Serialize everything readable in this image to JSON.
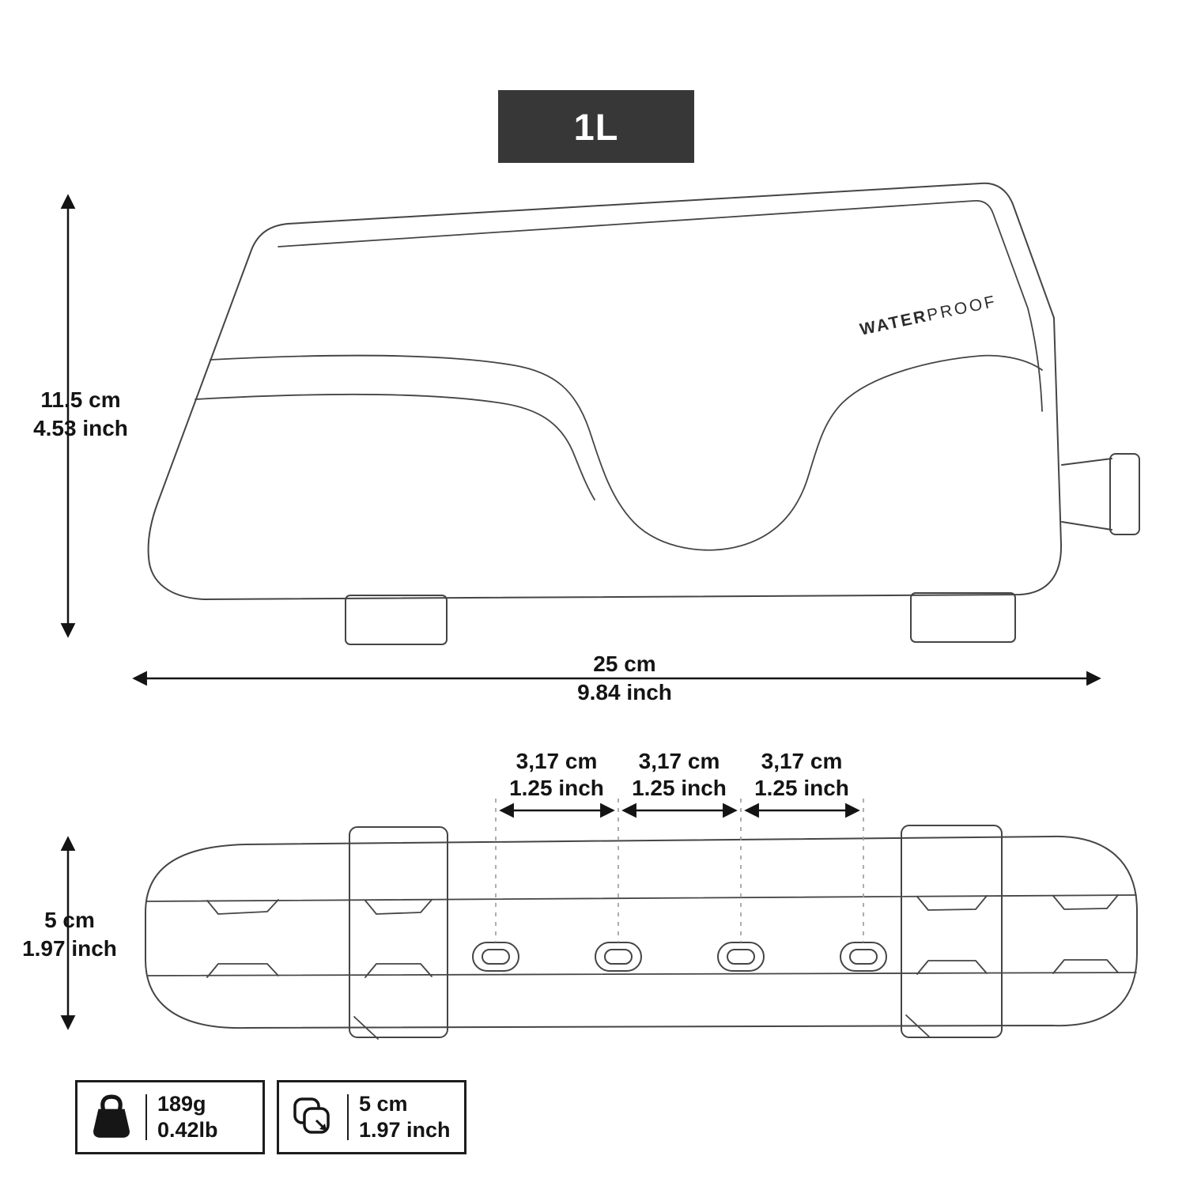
{
  "badge": {
    "label": "1L"
  },
  "side_view": {
    "brand": {
      "bold": "WATER",
      "light": "PROOF"
    },
    "height_metric": "11.5 cm",
    "height_imperial": "4.53 inch",
    "width_metric": "25 cm",
    "width_imperial": "9.84 inch"
  },
  "top_view": {
    "height_metric": "5 cm",
    "height_imperial": "1.97 inch",
    "spacings": [
      {
        "metric": "3,17 cm",
        "imperial": "1.25 inch"
      },
      {
        "metric": "3,17 cm",
        "imperial": "1.25 inch"
      },
      {
        "metric": "3,17 cm",
        "imperial": "1.25 inch"
      }
    ]
  },
  "specs": {
    "weight_icon": "weight-icon",
    "weight_metric": "189g",
    "weight_imperial": "0.42lb",
    "size_icon": "diagonal-size-icon",
    "size_metric": "5 cm",
    "size_imperial": "1.97 inch"
  },
  "colors": {
    "badge_bg": "#373737",
    "drawing_line": "#454545",
    "dimension_line": "#141414",
    "dashed_line": "#999999",
    "text": "#141414"
  }
}
